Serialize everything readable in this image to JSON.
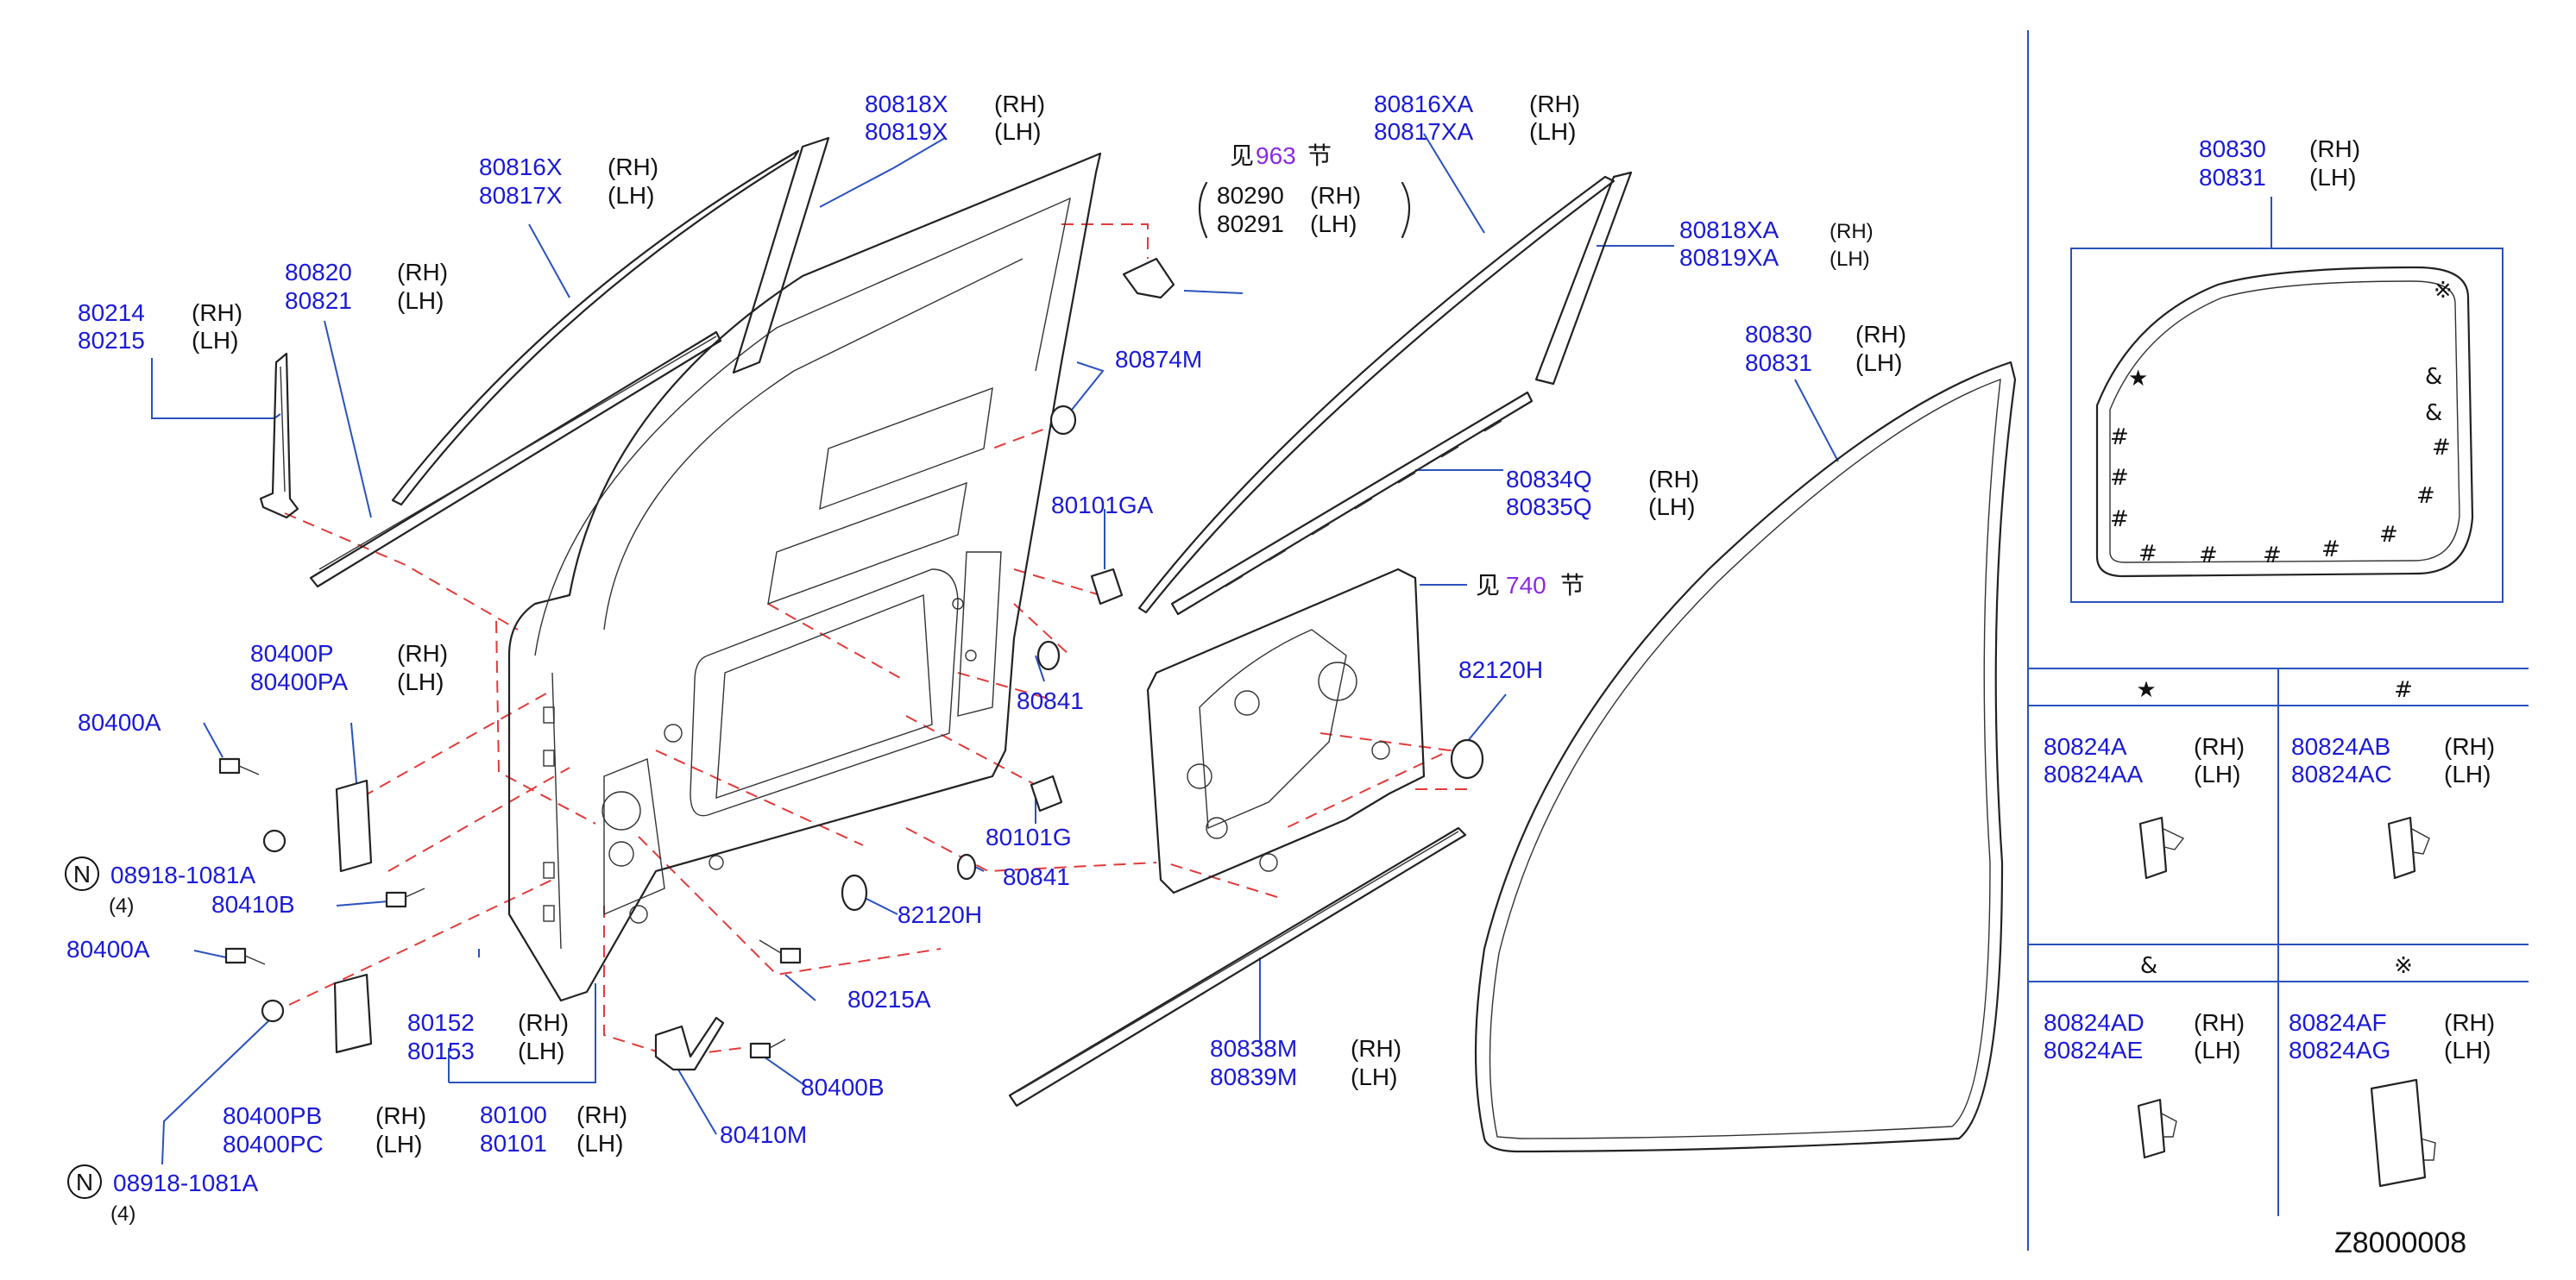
{
  "callouts": [
    {
      "id": "c1",
      "parts": [
        "80818X",
        "80819X"
      ],
      "sides": [
        "(RH)",
        "(LH)"
      ]
    },
    {
      "id": "c2",
      "parts": [
        "80816X",
        "80817X"
      ],
      "sides": [
        "(RH)",
        "(LH)"
      ]
    },
    {
      "id": "c3",
      "parts": [
        "80820",
        "80821"
      ],
      "sides": [
        "(RH)",
        "(LH)"
      ]
    },
    {
      "id": "c4",
      "parts": [
        "80214",
        "80215"
      ],
      "sides": [
        "(RH)",
        "(LH)"
      ]
    },
    {
      "id": "c5",
      "parts": [
        "80816XA",
        "80817XA"
      ],
      "sides": [
        "(RH)",
        "(LH)"
      ]
    },
    {
      "id": "c6",
      "parts": [
        "80818XA",
        "80819XA"
      ],
      "sides": [
        "(RH)",
        "(LH)"
      ]
    },
    {
      "id": "c7",
      "parts": [
        "80830",
        "80831"
      ],
      "sides": [
        "(RH)",
        "(LH)"
      ]
    },
    {
      "id": "c8",
      "parts": [
        "80834Q",
        "80835Q"
      ],
      "sides": [
        "(RH)",
        "(LH)"
      ]
    },
    {
      "id": "c9",
      "parts": [
        "80400P",
        "80400PA"
      ],
      "sides": [
        "(RH)",
        "(LH)"
      ]
    },
    {
      "id": "c10",
      "parts": [
        "80152",
        "80153"
      ],
      "sides": [
        "(RH)",
        "(LH)"
      ]
    },
    {
      "id": "c11",
      "parts": [
        "80100",
        "80101"
      ],
      "sides": [
        "(RH)",
        "(LH)"
      ]
    },
    {
      "id": "c12",
      "parts": [
        "80400PB",
        "80400PC"
      ],
      "sides": [
        "(RH)",
        "(LH)"
      ]
    },
    {
      "id": "c13",
      "parts": [
        "80838M",
        "80839M"
      ],
      "sides": [
        "(RH)",
        "(LH)"
      ]
    },
    {
      "id": "c14",
      "parts": [
        "80830",
        "80831"
      ],
      "sides": [
        "(RH)",
        "(LH)"
      ]
    }
  ],
  "singles": {
    "s80874M": "80874M",
    "s80101GA": "80101GA",
    "s80841a": "80841",
    "s80101G": "80101G",
    "s80841b": "80841",
    "s82120Ha": "82120H",
    "s82120Hb": "82120H",
    "s80400Aa": "80400A",
    "s80410B": "80410B",
    "s80400Ab": "80400A",
    "s80215A": "80215A",
    "s80400B": "80400B",
    "s80410M": "80410M"
  },
  "nuts": [
    {
      "symbol": "N",
      "part": "08918-1081A",
      "qty": "(4)"
    },
    {
      "symbol": "N",
      "part": "08918-1081A",
      "qty": "(4)"
    }
  ],
  "see_refs": [
    {
      "prefix": "见",
      "section": "963",
      "suffix": "节",
      "parts": [
        "80290",
        "80291"
      ],
      "sides": [
        "(RH)",
        "(LH)"
      ]
    },
    {
      "prefix": "见",
      "section": "740",
      "suffix": "节"
    }
  ],
  "legend": {
    "marks_on_seal": {
      "star": "★",
      "hash": "#",
      "amp": "&",
      "reference": "※"
    },
    "cells": [
      {
        "symbol": "★",
        "parts": [
          "80824A",
          "80824AA"
        ],
        "sides": [
          "(RH)",
          "(LH)"
        ]
      },
      {
        "symbol": "#",
        "parts": [
          "80824AB",
          "80824AC"
        ],
        "sides": [
          "(RH)",
          "(LH)"
        ]
      },
      {
        "symbol": "&",
        "parts": [
          "80824AD",
          "80824AE"
        ],
        "sides": [
          "(RH)",
          "(LH)"
        ]
      },
      {
        "symbol": "※",
        "parts": [
          "80824AF",
          "80824AG"
        ],
        "sides": [
          "(RH)",
          "(LH)"
        ]
      }
    ]
  },
  "diagram_code": "Z8000008"
}
